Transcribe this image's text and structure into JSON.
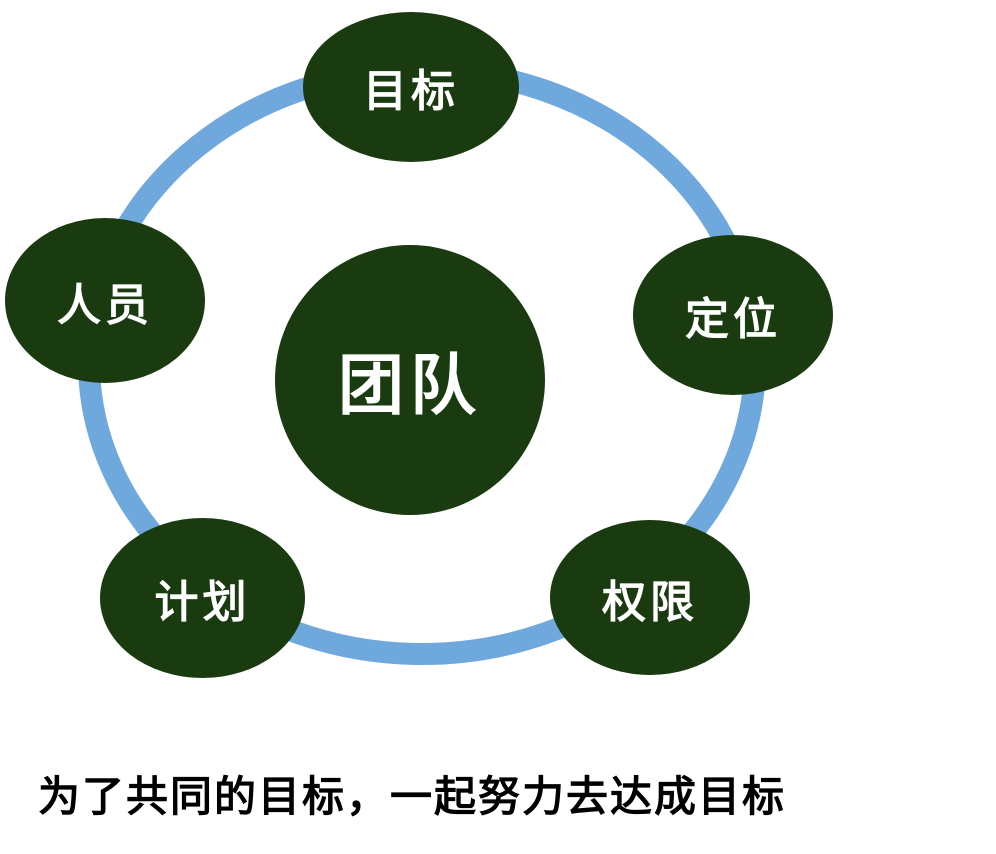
{
  "diagram": {
    "type": "hub-and-spoke-circle",
    "center": {
      "label": "团队"
    },
    "nodes": [
      {
        "id": "goal",
        "label": "目标",
        "position": "top"
      },
      {
        "id": "personnel",
        "label": "人员",
        "position": "left"
      },
      {
        "id": "position",
        "label": "定位",
        "position": "right"
      },
      {
        "id": "plan",
        "label": "计划",
        "position": "bottom-left"
      },
      {
        "id": "authority",
        "label": "权限",
        "position": "bottom-right"
      }
    ],
    "caption": "为了共同的目标，一起努力去达成目标",
    "colors": {
      "node_fill": "#1a3a10",
      "ring": "#6fa8dc",
      "node_text": "#ffffff",
      "caption_text": "#000000",
      "background": "#ffffff"
    }
  }
}
